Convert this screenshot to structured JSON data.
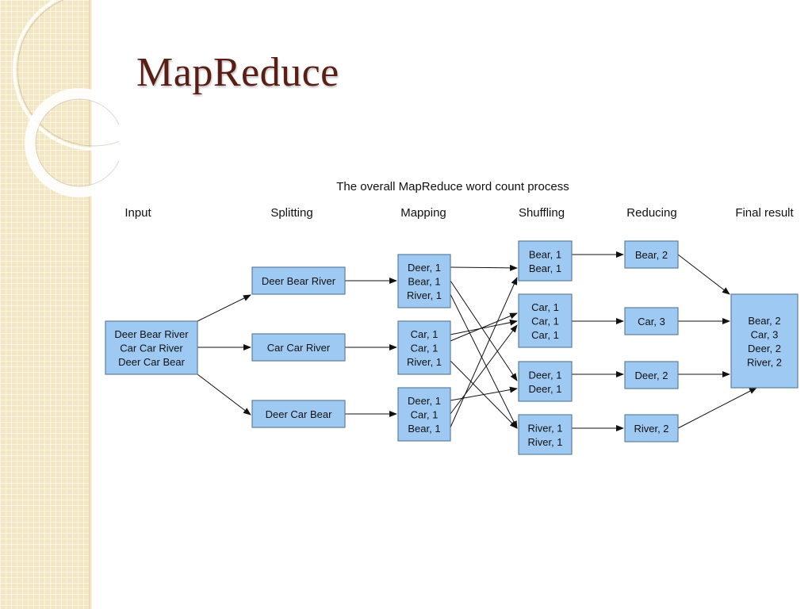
{
  "slide_title": "MapReduce",
  "diagram": {
    "title": "The overall MapReduce word count process",
    "columns": [
      "Input",
      "Splitting",
      "Mapping",
      "Shuffling",
      "Reducing",
      "Final result"
    ],
    "input": [
      "Deer Bear River",
      "Car Car River",
      "Deer Car Bear"
    ],
    "splits": [
      "Deer Bear River",
      "Car Car River",
      "Deer Car Bear"
    ],
    "mapping": [
      [
        "Deer, 1",
        "Bear, 1",
        "River, 1"
      ],
      [
        "Car, 1",
        "Car, 1",
        "River, 1"
      ],
      [
        "Deer, 1",
        "Car, 1",
        "Bear, 1"
      ]
    ],
    "shuffling": [
      [
        "Bear, 1",
        "Bear, 1"
      ],
      [
        "Car, 1",
        "Car, 1",
        "Car, 1"
      ],
      [
        "Deer, 1",
        "Deer, 1"
      ],
      [
        "River, 1",
        "River, 1"
      ]
    ],
    "reducing": [
      "Bear, 2",
      "Car, 3",
      "Deer, 2",
      "River, 2"
    ],
    "final": [
      "Bear, 2",
      "Car, 3",
      "Deer, 2",
      "River, 2"
    ]
  },
  "colors": {
    "box_fill": "#9ec9f3",
    "box_stroke": "#5c7f9c",
    "title_color": "#5a1f14",
    "sidebar": "#f3e6c3"
  }
}
